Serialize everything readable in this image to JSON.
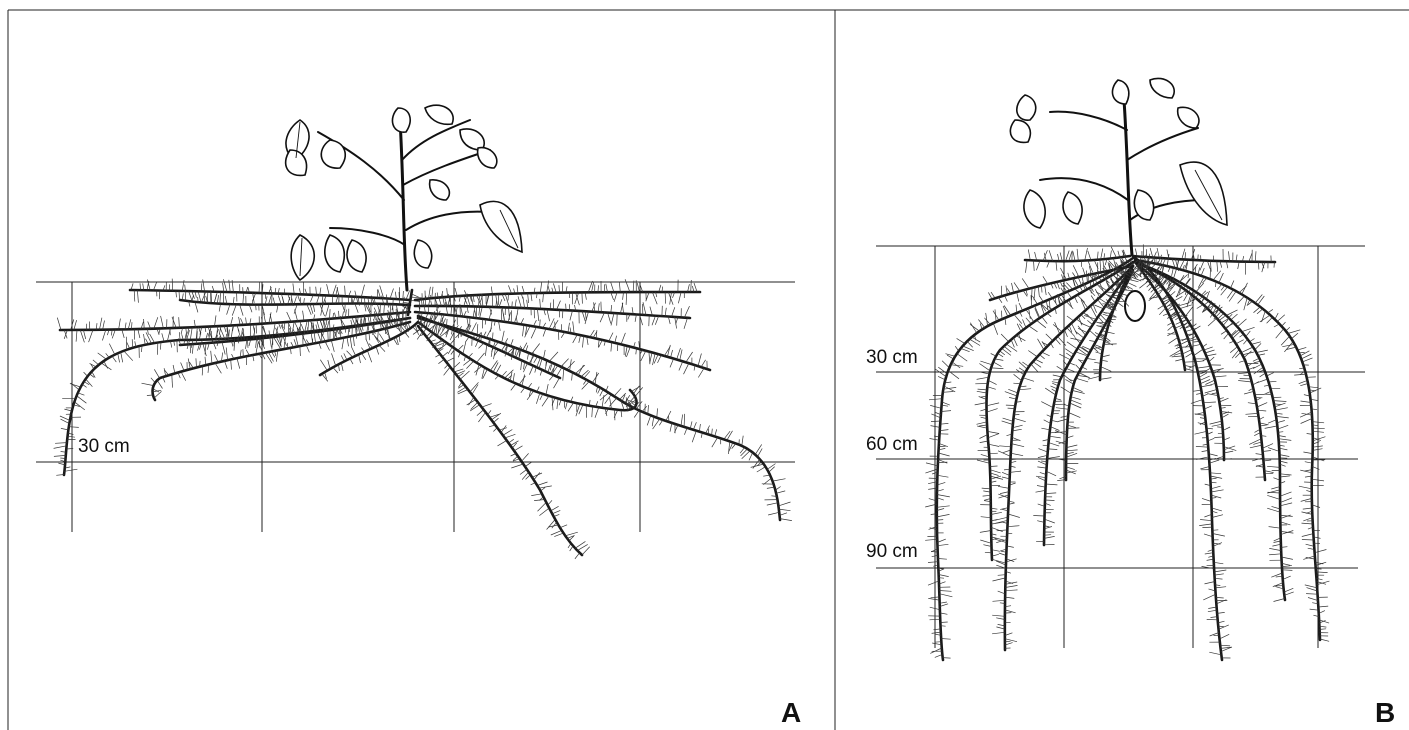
{
  "panel_a": {
    "letter": "A",
    "depth_labels": [
      "30 cm"
    ]
  },
  "panel_b": {
    "letter": "B",
    "depth_labels": [
      "30 cm",
      "60 cm",
      "90 cm"
    ]
  }
}
